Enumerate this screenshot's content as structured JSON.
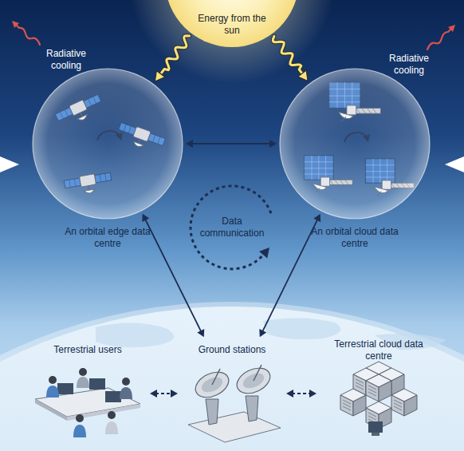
{
  "diagram": {
    "nodes": [
      {
        "text": [
          "Energy from the sun"
        ]
      },
      {
        "text": [
          "An orbital edge data centre"
        ]
      },
      {
        "text": [
          "An orbital cloud data centre"
        ]
      },
      {
        "text": [
          "Terrestrial users"
        ]
      },
      {
        "text": [
          "Ground stations"
        ]
      },
      {
        "text": [
          "Terrestrial cloud data centre"
        ]
      }
    ],
    "edges": [
      {
        "from": 0,
        "to": 1,
        "arrow": "to"
      },
      {
        "from": 0,
        "to": 2,
        "arrow": "to"
      },
      {
        "from": 1,
        "to": 2,
        "arrow": "both"
      },
      {
        "from": 1,
        "to": 4,
        "arrow": "both"
      },
      {
        "from": 2,
        "to": 4,
        "arrow": "both"
      },
      {
        "from": 3,
        "to": 4,
        "arrow": "both"
      },
      {
        "from": 4,
        "to": 5,
        "arrow": "both"
      }
    ],
    "labels": [
      "Radiative cooling",
      "Radiative cooling",
      "Data communication"
    ]
  }
}
